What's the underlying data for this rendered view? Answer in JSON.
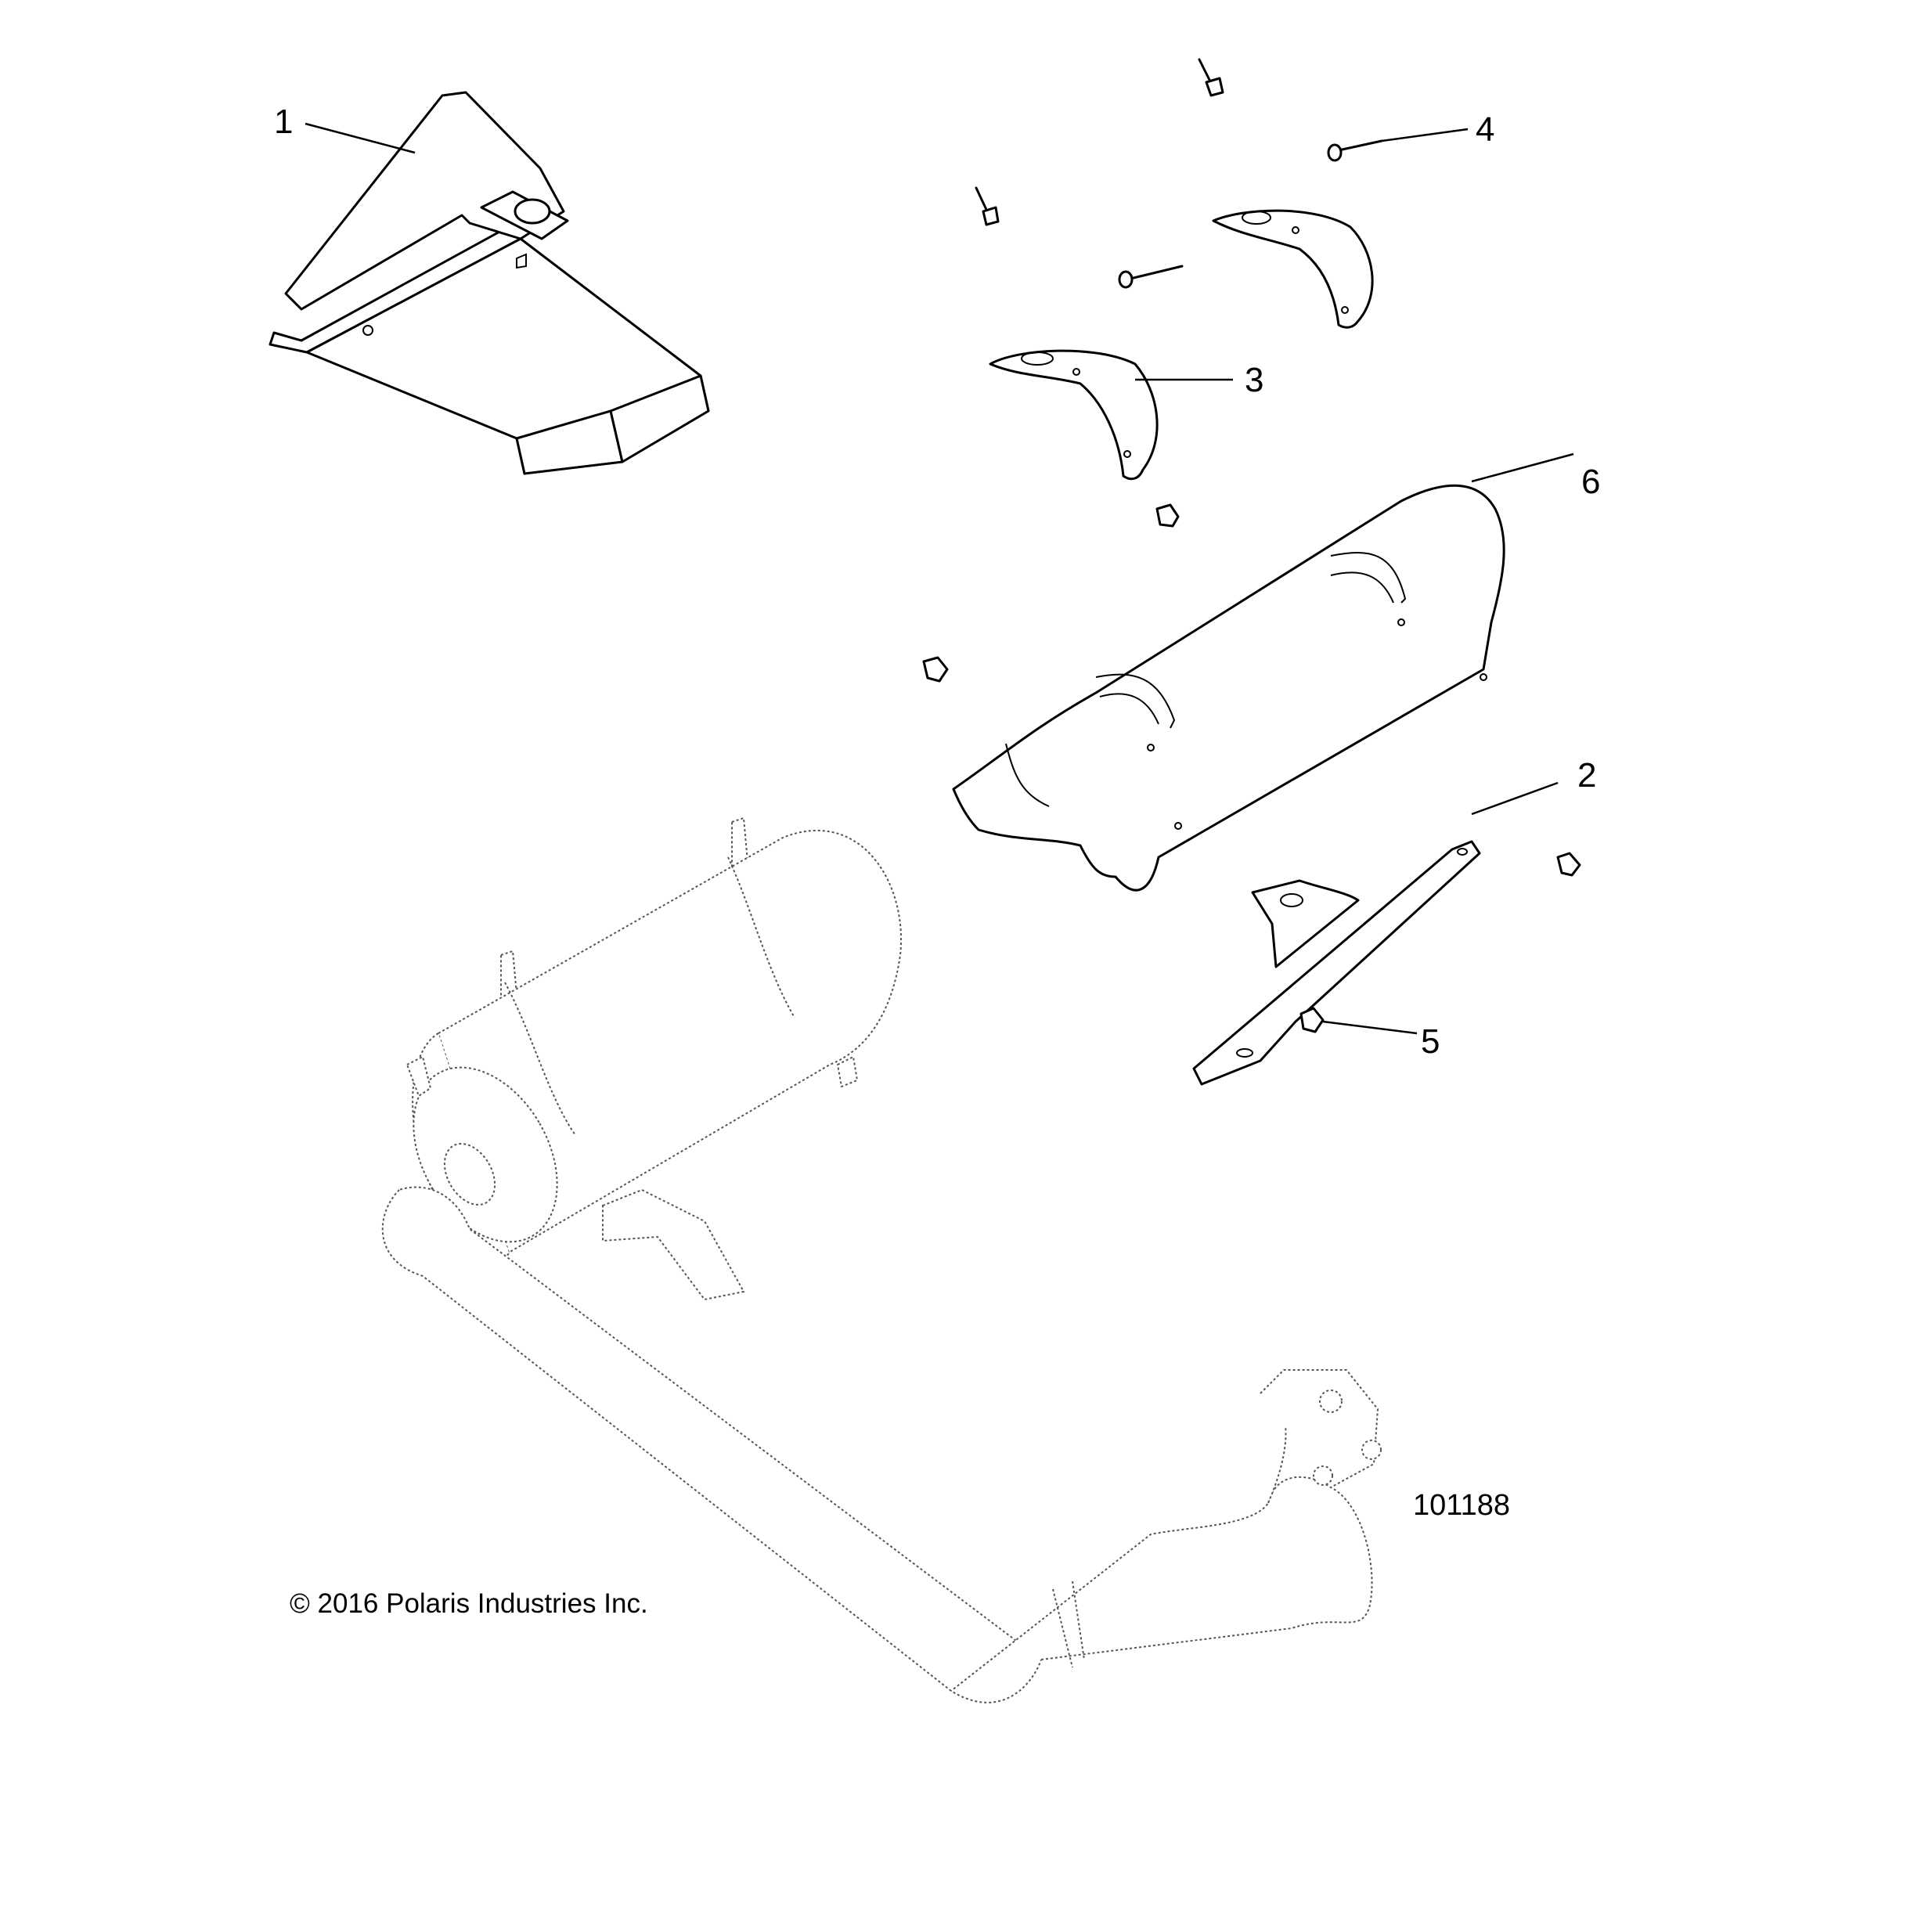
{
  "callouts": [
    {
      "id": "1",
      "label": "1"
    },
    {
      "id": "2",
      "label": "2"
    },
    {
      "id": "3",
      "label": "3"
    },
    {
      "id": "4",
      "label": "4"
    },
    {
      "id": "5",
      "label": "5"
    },
    {
      "id": "6",
      "label": "6"
    }
  ],
  "diagram_number": "101188",
  "copyright": "© 2016 Polaris Industries Inc."
}
